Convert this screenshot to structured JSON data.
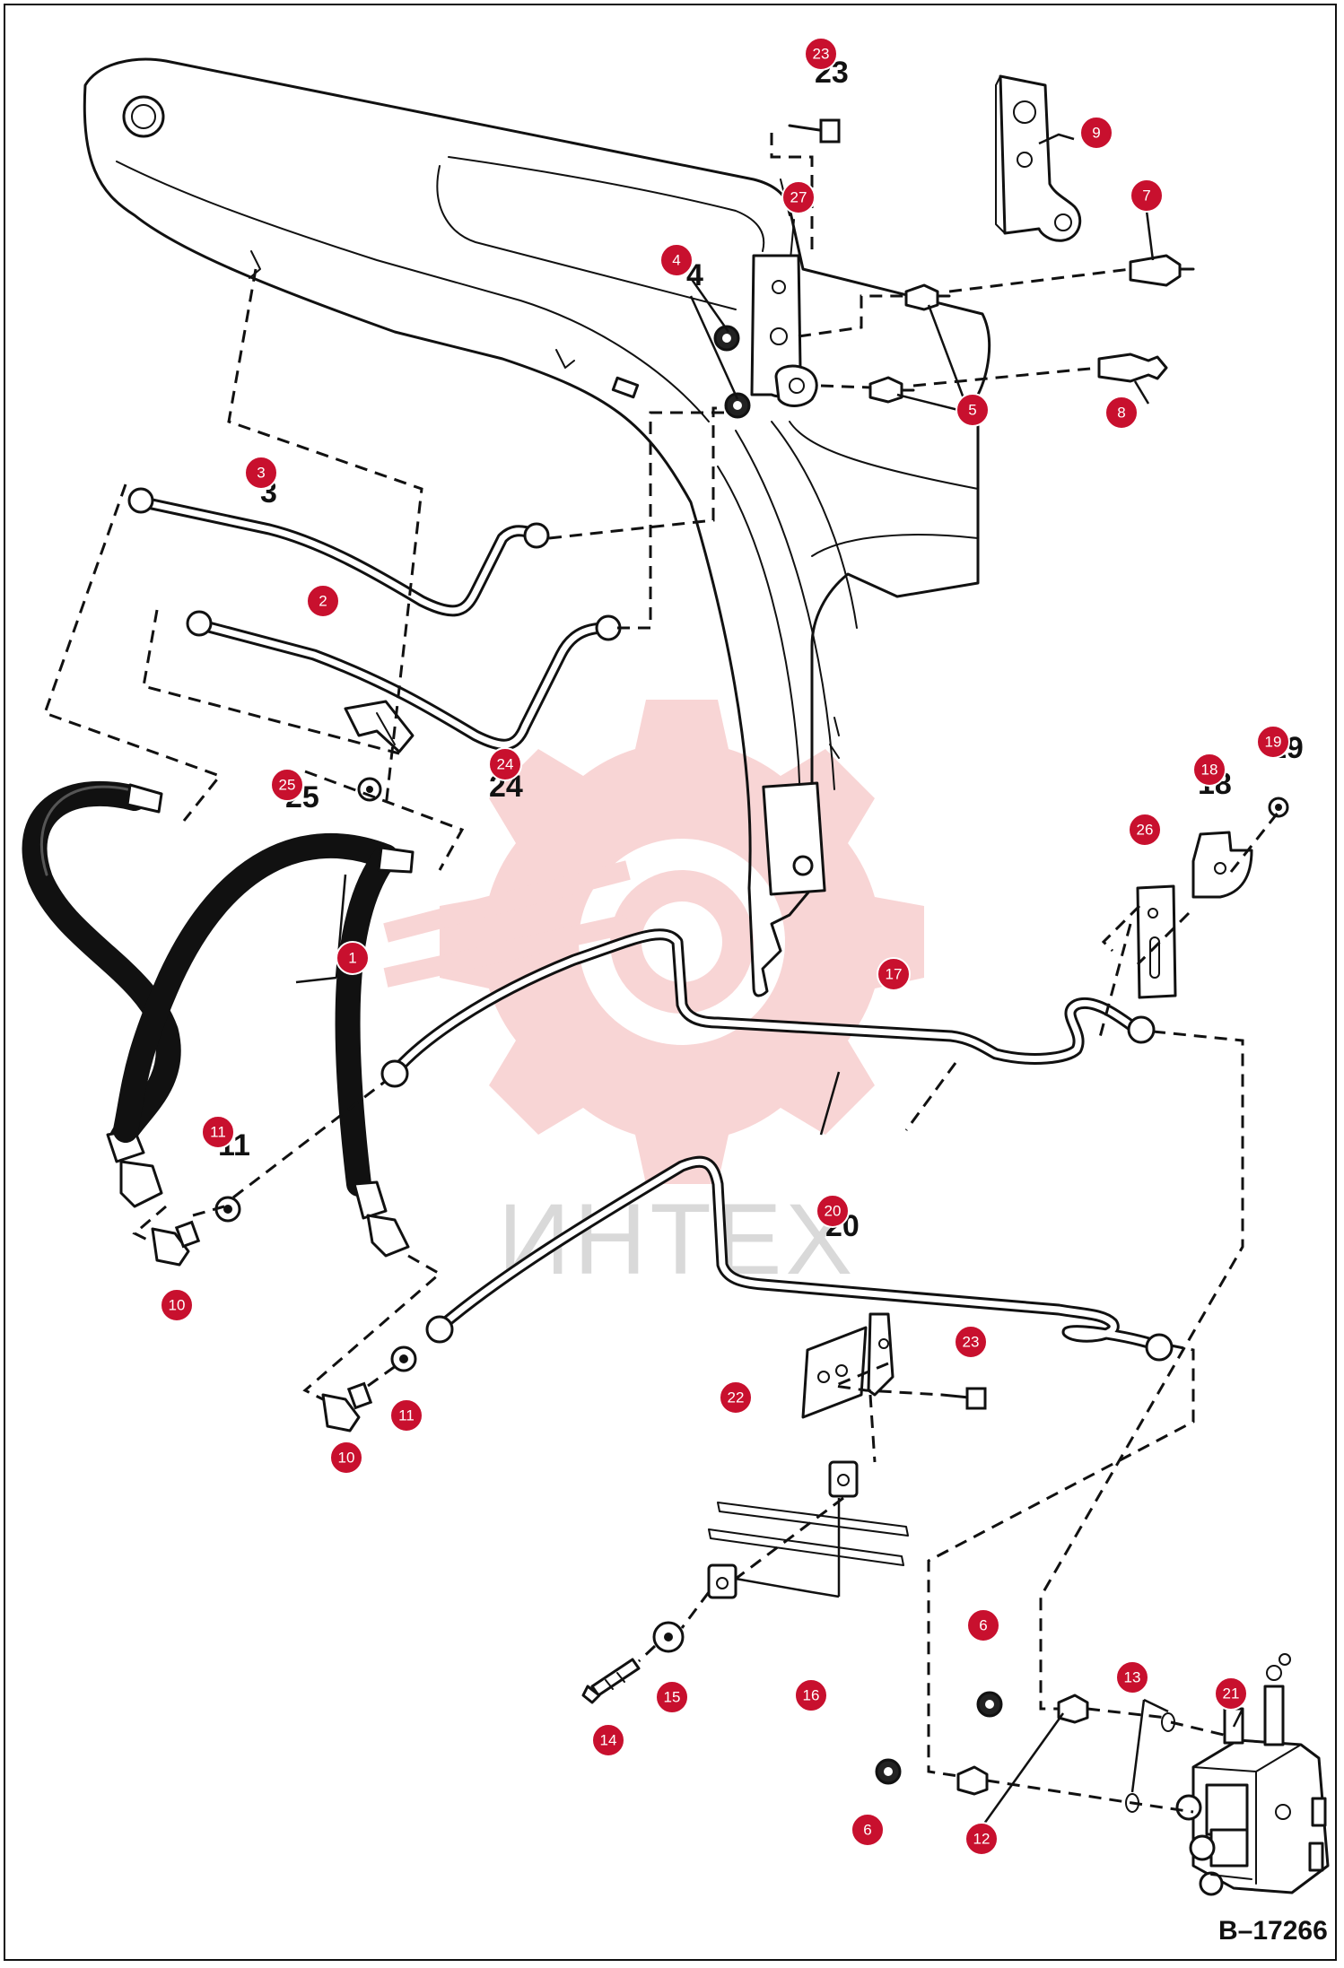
{
  "drawing_code": "B–17266",
  "watermark": "ИНТЕХ",
  "callouts": [
    {
      "label": "1"
    },
    {
      "label": "2"
    },
    {
      "label": "3"
    },
    {
      "label": "4"
    },
    {
      "label": "5"
    },
    {
      "label": "6"
    },
    {
      "label": "6"
    },
    {
      "label": "7"
    },
    {
      "label": "8"
    },
    {
      "label": "9"
    },
    {
      "label": "10"
    },
    {
      "label": "10"
    },
    {
      "label": "11"
    },
    {
      "label": "11"
    },
    {
      "label": "12"
    },
    {
      "label": "13"
    },
    {
      "label": "14"
    },
    {
      "label": "15"
    },
    {
      "label": "16"
    },
    {
      "label": "17"
    },
    {
      "label": "18"
    },
    {
      "label": "19"
    },
    {
      "label": "20"
    },
    {
      "label": "21"
    },
    {
      "label": "22"
    },
    {
      "label": "23"
    },
    {
      "label": "23"
    },
    {
      "label": "24"
    },
    {
      "label": "25"
    },
    {
      "label": "26"
    },
    {
      "label": "27"
    }
  ],
  "printed_numbers": [
    "23",
    "4",
    "3",
    "24",
    "25",
    "11",
    "20",
    "19",
    "18"
  ]
}
